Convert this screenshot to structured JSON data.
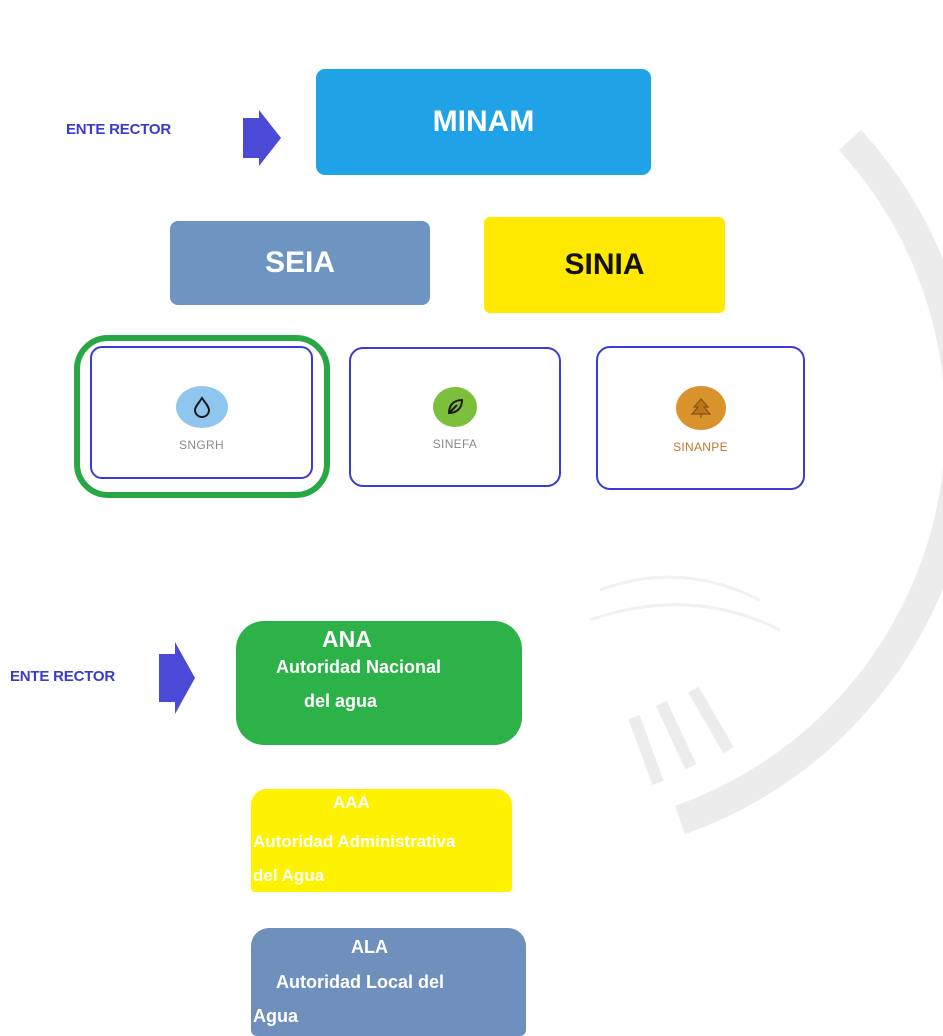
{
  "upper": {
    "ente_rector_label": "ENTE RECTOR",
    "minam": "MINAM",
    "seia": "SEIA",
    "sinia": "SINIA",
    "systems": [
      {
        "label": "SNGRH",
        "icon": "water-drop-icon",
        "icon_color": "#8fc6ee"
      },
      {
        "label": "SINEFA",
        "icon": "leaf-icon",
        "icon_color": "#7cbf3a"
      },
      {
        "label": "SINANPE",
        "icon": "tree-icon",
        "icon_color": "#d9932c"
      }
    ]
  },
  "lower": {
    "ente_rector_label": "ENTE RECTOR",
    "ana": {
      "acronym": "ANA",
      "line1": "Autoridad Nacional",
      "line2": "del agua"
    },
    "aaa": {
      "acronym": "AAA",
      "line1": "Autoridad Administrativa",
      "line2": "del  Agua"
    },
    "ala": {
      "acronym": "ALA",
      "line1": "Autoridad Local del",
      "line2": "Agua"
    }
  },
  "colors": {
    "accent_blue": "#3a3ad0",
    "minam": "#1fa3e6",
    "seia": "#6e95c1",
    "sinia": "#ffe900",
    "highlight_green": "#27a845",
    "ana": "#2db24a",
    "aaa": "#fff200",
    "ala": "#6f8fbd"
  }
}
